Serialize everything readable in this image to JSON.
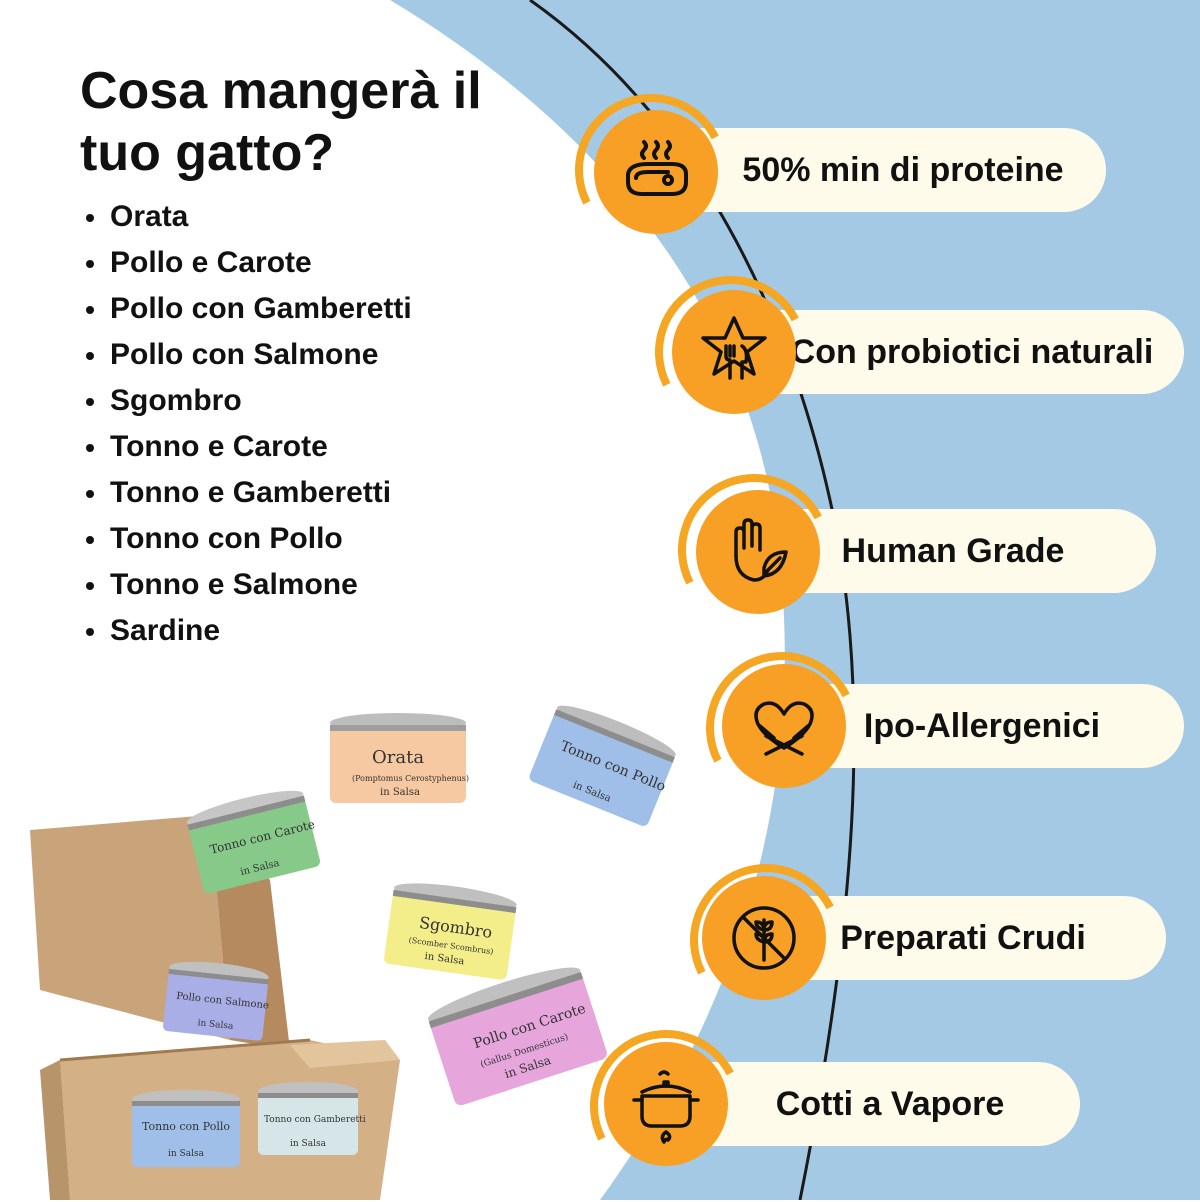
{
  "headline": "Cosa mangerà il tuo gatto?",
  "flavors": [
    "Orata",
    "Pollo e Carote",
    "Pollo con Gamberetti",
    "Pollo con Salmone",
    "Sgombro",
    "Tonno e Carote",
    "Tonno e Gamberetti",
    "Tonno con Pollo",
    "Tonno e Salmone",
    "Sardine"
  ],
  "features": [
    {
      "label": "50% min di proteine",
      "icon": "steak-icon"
    },
    {
      "label": "Con probiotici naturali",
      "icon": "star-cutlery-icon"
    },
    {
      "label": "Human Grade",
      "icon": "hand-leaf-icon"
    },
    {
      "label": "Ipo-Allergenici",
      "icon": "heart-hug-icon"
    },
    {
      "label": "Preparati Crudi",
      "icon": "no-grain-icon"
    },
    {
      "label": "Cotti a Vapore",
      "icon": "steam-pot-icon"
    }
  ],
  "cans": [
    {
      "name": "Orata",
      "sub": "(Pomptomus Cerostyphenus)",
      "sauce": "in Salsa"
    },
    {
      "name": "Tonno con Pollo",
      "sub": "",
      "sauce": "in Salsa"
    },
    {
      "name": "Tonno con Carote",
      "sub": "",
      "sauce": "in Salsa"
    },
    {
      "name": "Sgombro",
      "sub": "(Scomber Scombrus)",
      "sauce": "in Salsa"
    },
    {
      "name": "Pollo con Salmone",
      "sub": "",
      "sauce": "in Salsa"
    },
    {
      "name": "Pollo con Carote",
      "sub": "(Gallus Domesticus)",
      "sauce": "in Salsa"
    },
    {
      "name": "Tonno con Pollo",
      "sub": "",
      "sauce": "in Salsa"
    },
    {
      "name": "Tonno con Gamberetti",
      "sub": "",
      "sauce": "in Salsa"
    }
  ],
  "colors": {
    "background_curve": "#a3c9e4",
    "curve_line": "#1a1a1a",
    "badge": "#f7a025",
    "badge_arc": "#f5a623",
    "pill": "#fffbea",
    "text": "#111111"
  }
}
